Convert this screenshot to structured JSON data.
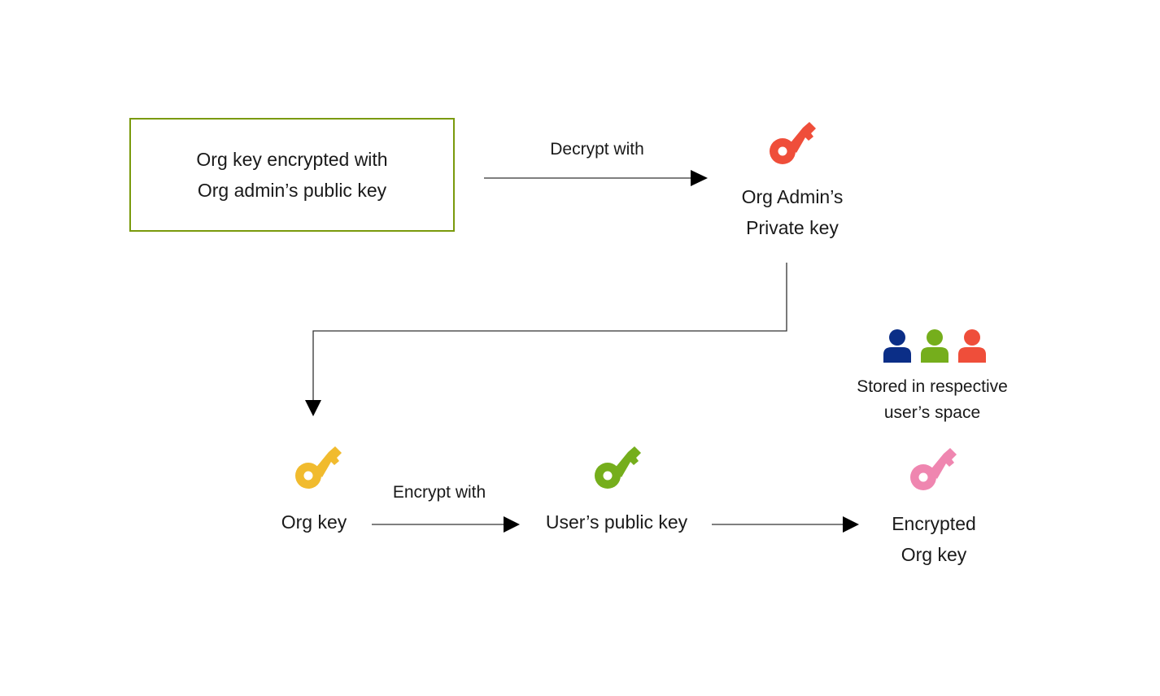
{
  "source_box": {
    "line1": "Org key encrypted with",
    "line2": "Org admin’s public key",
    "border_color": "#7a9a0c"
  },
  "edges": {
    "decrypt_label": "Decrypt with",
    "encrypt_label": "Encrypt with"
  },
  "admin_private_key": {
    "icon": "key-icon",
    "color": "#ef4e3a",
    "line1": "Org Admin’s",
    "line2": "Private key"
  },
  "org_key": {
    "icon": "key-icon",
    "color": "#f1bb2e",
    "label": "Org key"
  },
  "user_public_key": {
    "icon": "key-icon",
    "color": "#75ae1c",
    "label": "User’s public key"
  },
  "encrypted_org_key": {
    "icon": "key-icon",
    "color": "#ef86b0",
    "line1": "Encrypted",
    "line2": "Org key"
  },
  "users": {
    "icons": [
      "user-icon",
      "user-icon",
      "user-icon"
    ],
    "colors": [
      "#0b2e87",
      "#75ae1c",
      "#ef4e3a"
    ],
    "line1": "Stored in respective",
    "line2": "user’s space"
  },
  "line_color": "#333333"
}
